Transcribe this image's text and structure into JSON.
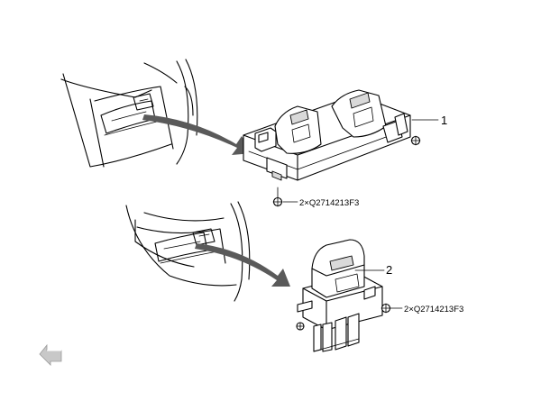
{
  "callouts": {
    "item_1": "1",
    "item_2": "2",
    "bolt_spec_1": "2×Q2714213F3",
    "bolt_spec_2": "2×Q2714213F3"
  },
  "colors": {
    "line": "#000000",
    "arrow_fill": "#5a5a5a",
    "back_icon": "#c8c8c8"
  },
  "icons": {
    "navigation": "back-arrow-icon"
  }
}
